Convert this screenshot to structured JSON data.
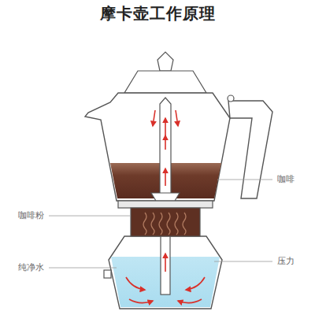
{
  "diagram": {
    "title": "摩卡壶工作原理",
    "labels": [
      "咖啡",
      "咖啡粉",
      "纯净水",
      "压力"
    ]
  }
}
